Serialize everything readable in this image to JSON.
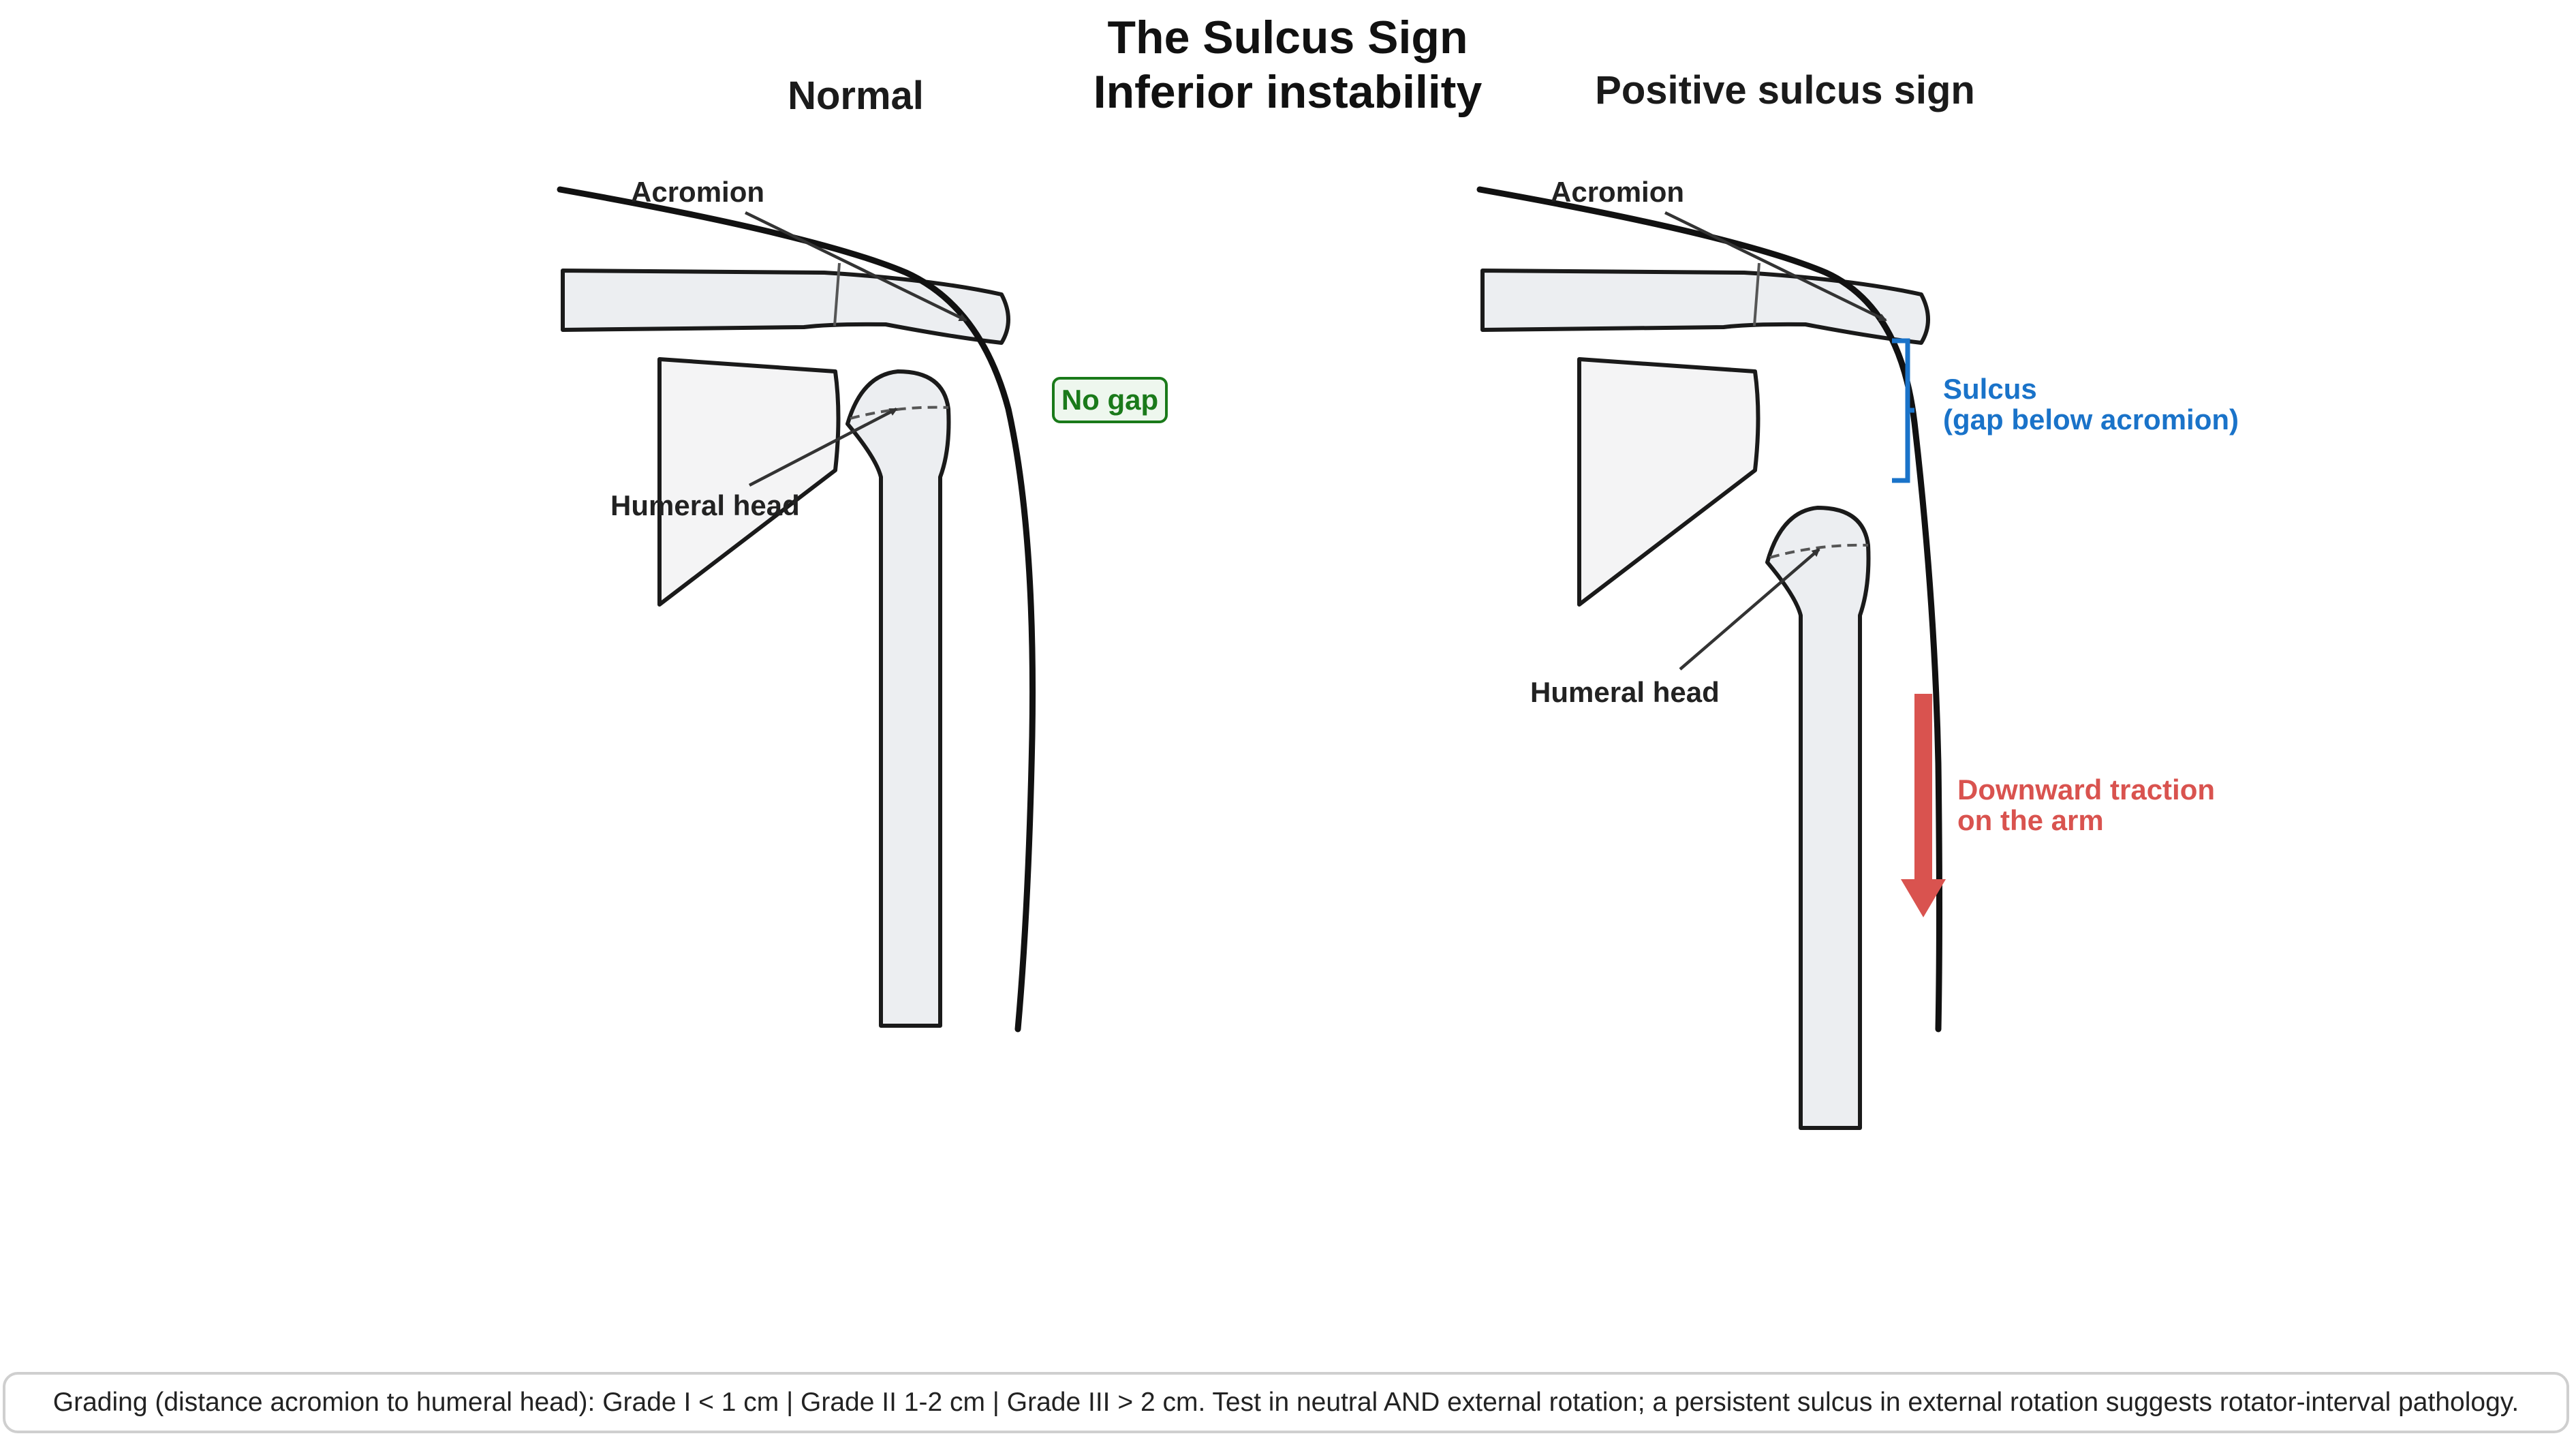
{
  "title": {
    "line1": "The Sulcus Sign",
    "line2": "Inferior instability"
  },
  "panels": {
    "normal": {
      "title": "Normal",
      "acromion_label": "Acromion",
      "humeral_head_label": "Humeral head",
      "no_gap_label": "No gap"
    },
    "positive": {
      "title": "Positive sulcus sign",
      "acromion_label": "Acromion",
      "humeral_head_label": "Humeral head",
      "sulcus_label_line1": "Sulcus",
      "sulcus_label_line2": "(gap below acromion)",
      "traction_label_line1": "Downward traction",
      "traction_label_line2": "on the arm"
    }
  },
  "footer": {
    "text": "Grading (distance acromion to humeral head): Grade I < 1 cm  |  Grade II 1-2 cm  |  Grade III > 2 cm. Test in neutral AND external rotation; a persistent sulcus in external rotation suggests rotator-interval pathology."
  },
  "colors": {
    "no_gap": "#1a7a1a",
    "sulcus": "#1a73c9",
    "traction": "#d9534f",
    "bone_fill": "#eceef1",
    "outline": "#1a1a1a"
  }
}
